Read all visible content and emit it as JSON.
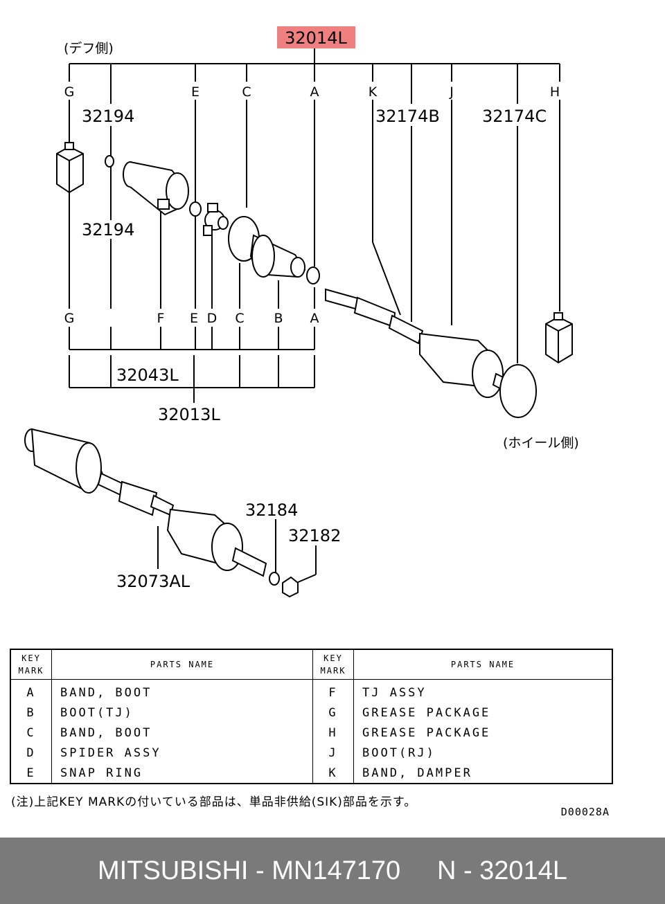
{
  "diagram": {
    "highlight_part": "32014L",
    "diff_side": "(デフ側)",
    "wheel_side": "(ホイール側)",
    "top_keys": [
      "G",
      "E",
      "C",
      "A",
      "K",
      "J",
      "H"
    ],
    "bottom_keys": [
      "G",
      "F",
      "E",
      "D",
      "C",
      "B",
      "A"
    ],
    "part_numbers": {
      "p32194_top": "32194",
      "p32194_mid": "32194",
      "p32174B": "32174B",
      "p32174C": "32174C",
      "p32043L": "32043L",
      "p32013L": "32013L",
      "p32184": "32184",
      "p32182": "32182",
      "p32073AL": "32073AL"
    },
    "colors": {
      "highlight": "#f08080",
      "line": "#000000"
    }
  },
  "table": {
    "header_key": [
      "KEY",
      "MARK"
    ],
    "header_name": "PARTS NAME",
    "left_rows": [
      {
        "key": "A",
        "name": "BAND, BOOT"
      },
      {
        "key": "B",
        "name": "BOOT(TJ)"
      },
      {
        "key": "C",
        "name": "BAND, BOOT"
      },
      {
        "key": "D",
        "name": "SPIDER ASSY"
      },
      {
        "key": "E",
        "name": "SNAP RING"
      }
    ],
    "right_rows": [
      {
        "key": "F",
        "name": "TJ ASSY"
      },
      {
        "key": "G",
        "name": "GREASE PACKAGE"
      },
      {
        "key": "H",
        "name": "GREASE PACKAGE"
      },
      {
        "key": "J",
        "name": "BOOT(RJ)"
      },
      {
        "key": "K",
        "name": "BAND, DAMPER"
      }
    ]
  },
  "note": "(注)上記KEY MARKの付いている部品は、単品非供給(SIK)部品を示す。",
  "doc_code": "D00028A",
  "footer": {
    "brand": "MITSUBISHI",
    "part": "MN147170",
    "ref": "N - 32014L",
    "text": "MITSUBISHI - MN147170     N - 32014L"
  }
}
